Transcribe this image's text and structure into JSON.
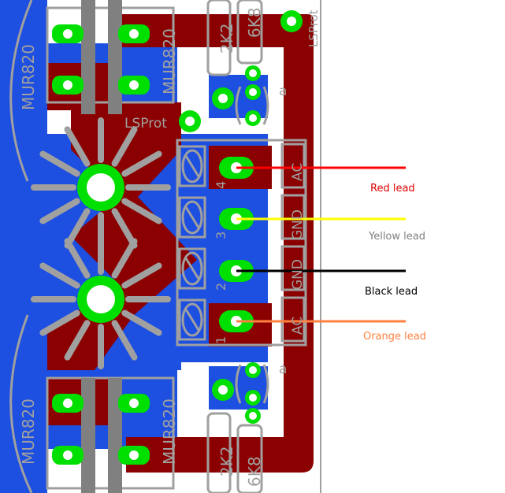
{
  "colors": {
    "copper_top": "#8b0000",
    "copper_bottom": "#1d4fe0",
    "pad": "#00e000",
    "silk": "#a0a0a0",
    "board_edge": "#404040",
    "red_wire": "#ff0000",
    "yellow_wire": "#ffff00",
    "black_wire": "#000000",
    "orange_wire": "#ff8040",
    "red_label": "#e00000",
    "yellow_label": "#808080",
    "black_label": "#000000",
    "orange_label": "#ff8040"
  },
  "silkscreen": {
    "diode_top_left": "MUR820",
    "diode_top_right": "MUR820",
    "diode_bottom_left": "MUR820",
    "diode_bottom_right": "MUR820",
    "resistor_top_a": "2K2",
    "resistor_top_b": "6K8",
    "resistor_bottom_a": "2K2",
    "resistor_bottom_b": "6K8",
    "board_name_mid": "LSProt",
    "board_name_edge": "LSProt",
    "cap_top_mark": "a",
    "cap_bottom_mark": "a",
    "terminal_numbers": [
      "4",
      "3",
      "2",
      "1"
    ],
    "terminal_labels": [
      "AC",
      "GND",
      "GND",
      "AC"
    ]
  },
  "leads": [
    {
      "label": "Red lead",
      "color": "red"
    },
    {
      "label": "Yellow lead",
      "color": "yellow"
    },
    {
      "label": "Black lead",
      "color": "black"
    },
    {
      "label": "Orange lead",
      "color": "orange"
    }
  ]
}
